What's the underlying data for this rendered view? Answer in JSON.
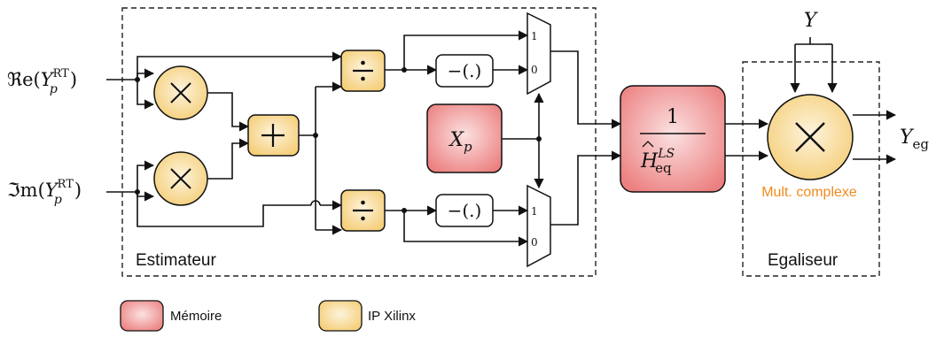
{
  "blocks": {
    "estimator_label": "Estimateur",
    "equalizer_label": "Egaliseur",
    "mult_complex_label": "Mult. complexe",
    "memory_symbol": "X",
    "memory_sub": "p",
    "inverse_numerator": "1",
    "inverse_denominator_base": "H",
    "inverse_denominator_sub": "eq",
    "inverse_denominator_sup": "LS",
    "negate_label": "−(.)",
    "mux_in_1": "1",
    "mux_in_0": "0"
  },
  "inputs": {
    "re_prefix": "ℜe",
    "im_prefix": "ℑm",
    "y_symbol": "Y",
    "y_sup": "RT",
    "y_sub": "p",
    "top_input": "Y"
  },
  "outputs": {
    "y_symbol": "Y",
    "y_sub": "eg"
  },
  "legend": {
    "memory": "Mémoire",
    "ip": "IP Xilinx"
  },
  "colors": {
    "ip_fill_light": "#fdf3dc",
    "ip_fill_dark": "#f5cf7a",
    "mem_fill_light": "#fbe1e1",
    "mem_fill_dark": "#ec7f7f",
    "accent_orange": "#ef8a1e"
  }
}
